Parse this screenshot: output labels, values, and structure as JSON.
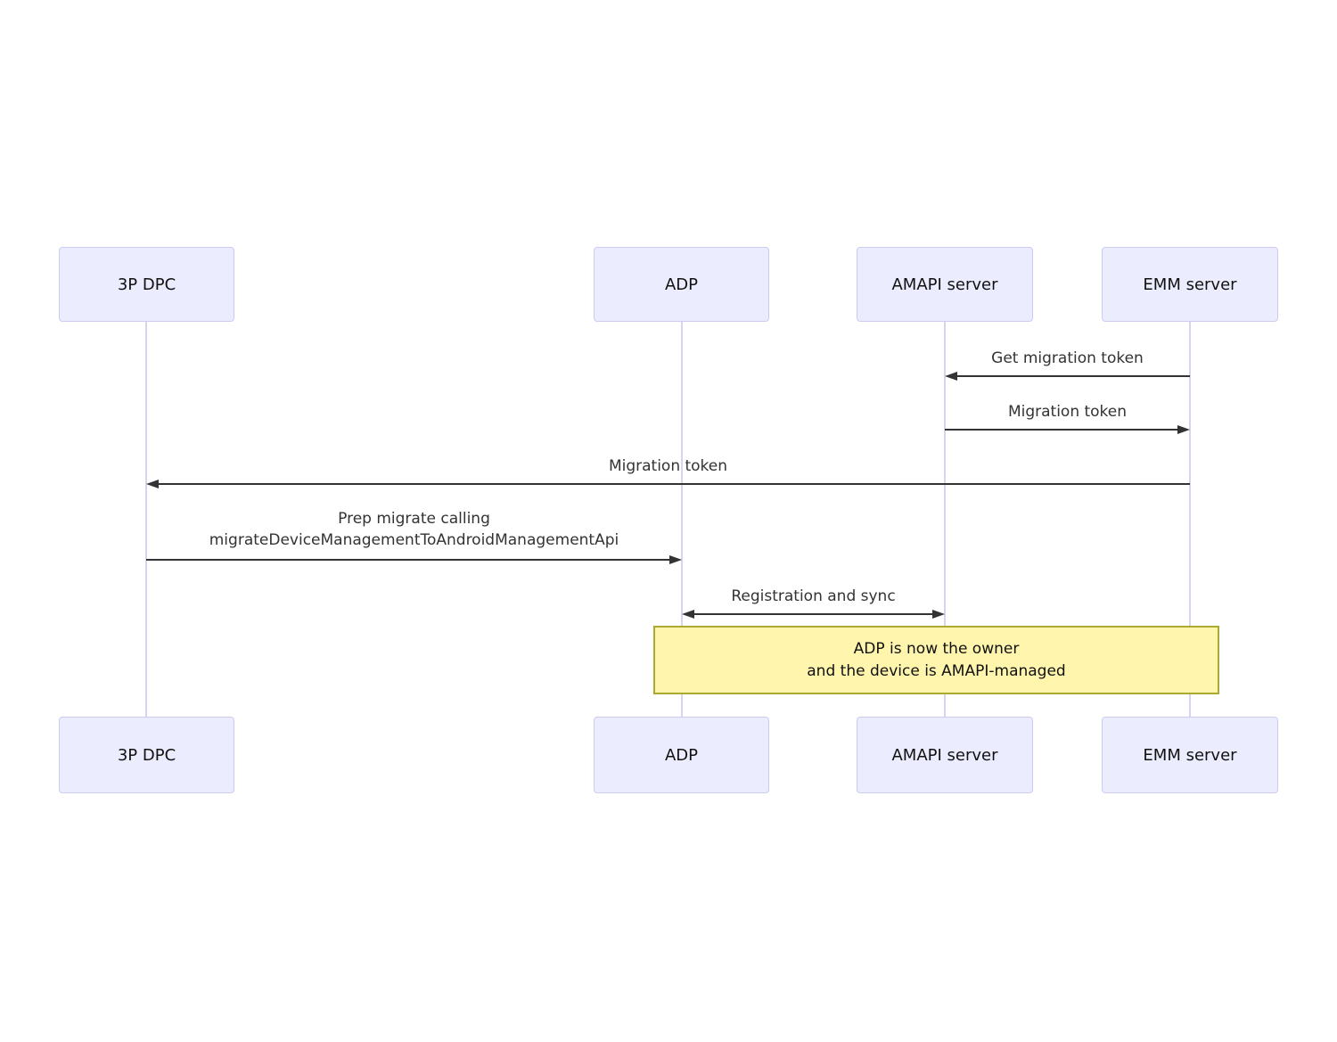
{
  "diagram_type": "sequence",
  "actors": [
    {
      "id": "3p-dpc",
      "label": "3P DPC"
    },
    {
      "id": "adp",
      "label": "ADP"
    },
    {
      "id": "amapi-server",
      "label": "AMAPI server"
    },
    {
      "id": "emm-server",
      "label": "EMM server"
    }
  ],
  "messages": [
    {
      "from": "EMM server",
      "to": "AMAPI server",
      "arrow": "left",
      "label": "Get migration token"
    },
    {
      "from": "AMAPI server",
      "to": "EMM server",
      "arrow": "right",
      "label": "Migration token"
    },
    {
      "from": "EMM server",
      "to": "3P DPC",
      "arrow": "left",
      "label": "Migration token"
    },
    {
      "from": "3P DPC",
      "to": "ADP",
      "arrow": "right",
      "lines": [
        "Prep migrate calling",
        "migrateDeviceManagementToAndroidManagementApi"
      ]
    },
    {
      "from": "ADP",
      "to": "AMAPI server",
      "arrow": "both",
      "label": "Registration and sync"
    }
  ],
  "note": {
    "over": [
      "ADP",
      "EMM server"
    ],
    "lines": [
      "ADP is now the owner",
      "and the device is AMAPI-managed"
    ]
  },
  "colors": {
    "background": "#FFFFFF",
    "actor_fill": "#ECECFF",
    "actor_border": "#CCCCF2",
    "lifeline": "#D8D3F0",
    "message_color": "#333333",
    "note_fill": "#FFF5AD",
    "note_border": "#AAAA33",
    "text_color": "#111111"
  }
}
